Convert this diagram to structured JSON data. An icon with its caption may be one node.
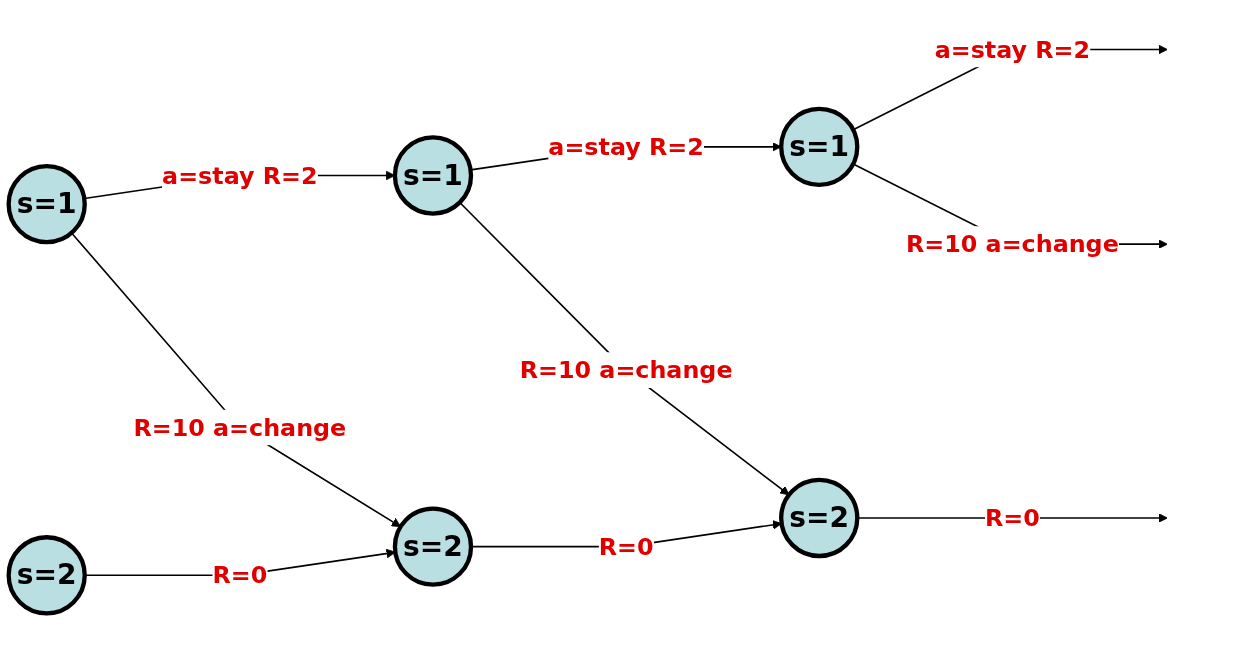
{
  "diagram": {
    "nodes": [
      {
        "text": [
          "s=1"
        ]
      },
      {
        "text": [
          "s=1"
        ]
      },
      {
        "text": [
          "s=1"
        ]
      },
      {
        "text": [
          "s=2"
        ]
      },
      {
        "text": [
          "s=2"
        ]
      },
      {
        "text": [
          "s=2"
        ]
      }
    ],
    "edges": [
      {
        "from": 0,
        "to": 1,
        "arrow": "to",
        "label": "a=stay R=2"
      },
      {
        "from": 1,
        "to": 2,
        "arrow": "to",
        "label": "a=stay R=2"
      },
      {
        "from": 2,
        "to": null,
        "arrow": "to",
        "label": "a=stay R=2"
      },
      {
        "from": 0,
        "to": 4,
        "arrow": "to",
        "label": "R=10 a=change"
      },
      {
        "from": 1,
        "to": 5,
        "arrow": "to",
        "label": "R=10 a=change"
      },
      {
        "from": 2,
        "to": null,
        "arrow": "to",
        "label": "R=10 a=change"
      },
      {
        "from": 3,
        "to": 4,
        "arrow": "to",
        "label": "R=0"
      },
      {
        "from": 4,
        "to": 5,
        "arrow": "to",
        "label": "R=0"
      },
      {
        "from": 5,
        "to": null,
        "arrow": "to",
        "label": "R=0"
      }
    ]
  }
}
